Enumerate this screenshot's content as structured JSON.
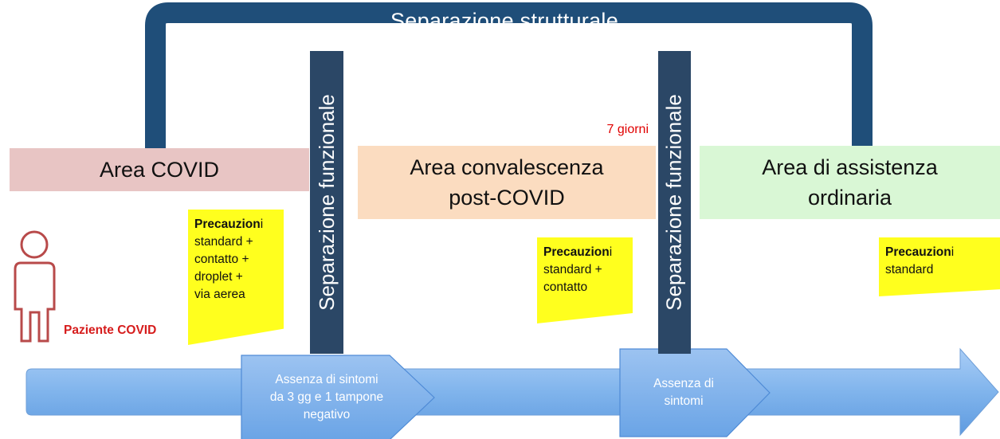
{
  "title": "Separazione strutturale",
  "areas": {
    "covid": "Area COVID",
    "convalescence": "Area convalescenza\npost-COVID",
    "ordinary": "Area di assistenza\nordinaria"
  },
  "functional_separation": "Separazione funzionale",
  "functional_separation_2": "Separazione  funzionale",
  "days_label": "7 giorni",
  "patient_label": "Paziente COVID",
  "precautions": [
    {
      "bold": "Precauzion",
      "rest": "i",
      "lines": [
        "standard +",
        "contatto +",
        "droplet +",
        "via aerea"
      ]
    },
    {
      "bold": "Precauzion",
      "rest": "i",
      "lines": [
        "standard +",
        "contatto"
      ]
    },
    {
      "bold": "Precauzion",
      "rest": "i",
      "lines": [
        "standard"
      ]
    }
  ],
  "steps": [
    "Assenza di sintomi\nda 3 gg e 1 tampone\nnegativo",
    "Assenza di\nsintomi"
  ],
  "colors": {
    "navy": "#1f4e79",
    "dark_bar": "#2b4766",
    "arrow_blue": "#7fb3ec",
    "patient_icon": "#b84a4a",
    "note_yellow": "#ffff1e"
  }
}
